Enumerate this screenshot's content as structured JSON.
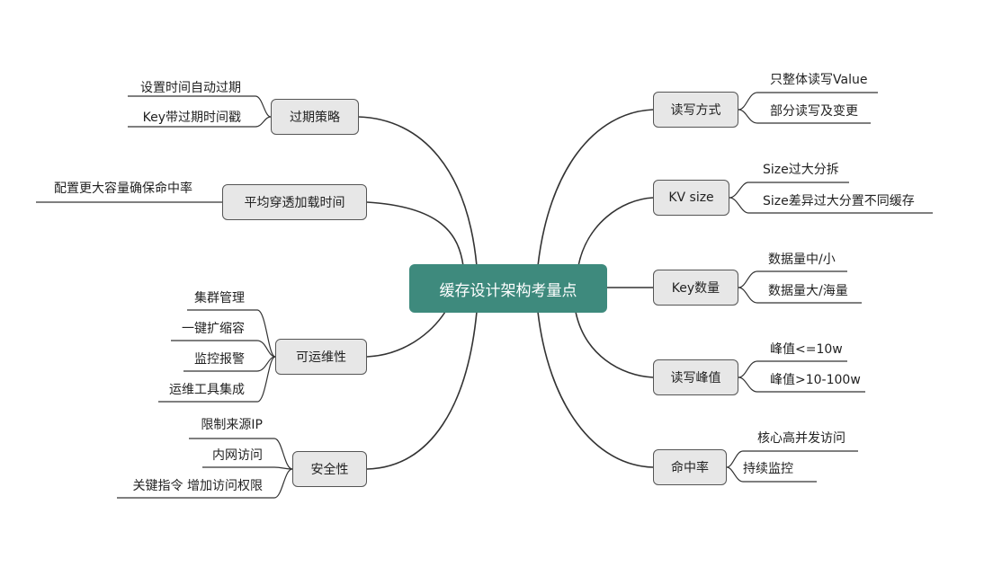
{
  "center": {
    "label": "缓存设计架构考量点",
    "color": "#3e8a7d"
  },
  "branches": {
    "expire": {
      "label": "过期策略",
      "leaves": [
        "设置时间自动过期",
        "Key带过期时间戳"
      ]
    },
    "penetration": {
      "label": "平均穿透加载时间",
      "leaves": [
        "配置更大容量确保命中率"
      ]
    },
    "ops": {
      "label": "可运维性",
      "leaves": [
        "集群管理",
        "一键扩缩容",
        "监控报警",
        "运维工具集成"
      ]
    },
    "security": {
      "label": "安全性",
      "leaves": [
        "限制来源IP",
        "内网访问",
        "关键指令 增加访问权限"
      ]
    },
    "rw_mode": {
      "label": "读写方式",
      "leaves": [
        "只整体读写Value",
        "部分读写及变更"
      ]
    },
    "kv_size": {
      "label": "KV size",
      "leaves": [
        "Size过大分拆",
        "Size差异过大分置不同缓存"
      ]
    },
    "key_count": {
      "label": "Key数量",
      "leaves": [
        "数据量中/小",
        "数据量大/海量"
      ]
    },
    "rw_peak": {
      "label": "读写峰值",
      "leaves": [
        "峰值<=10w",
        "峰值>10-100w"
      ]
    },
    "hit_rate": {
      "label": "命中率",
      "leaves": [
        "核心高并发访问",
        "持续监控"
      ]
    }
  },
  "colors": {
    "line": "#333333",
    "node_bg": "#e7e7e7",
    "node_border": "#555555"
  }
}
